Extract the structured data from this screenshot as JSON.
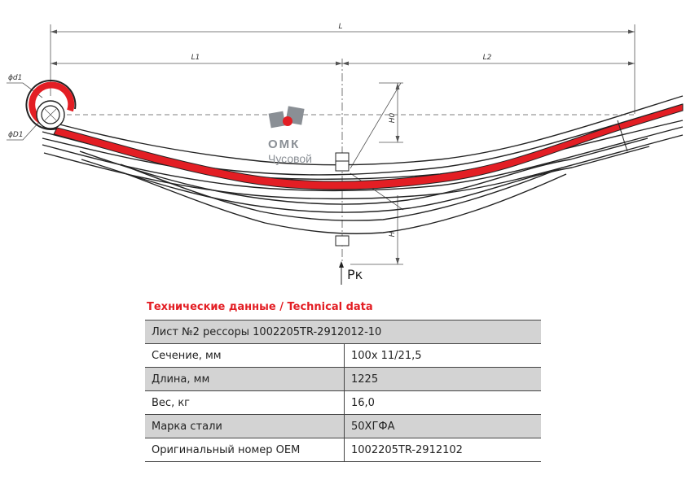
{
  "drawing": {
    "dims": {
      "L": "L",
      "L1": "L1",
      "L2": "L2",
      "H0": "H0",
      "H": "H",
      "d1": "ϕd1",
      "D1": "ϕD1"
    },
    "load_label": "Pк",
    "logo": {
      "name": "ОМК",
      "city": "Чусовой"
    },
    "colors": {
      "accent_leaf": "#e31e24",
      "logo_gray": "#8a8f95"
    }
  },
  "tech": {
    "title": "Технические данные / Technical data",
    "header": "Лист №2 рессоры 1002205TR-2912012-10",
    "rows": [
      {
        "label": "Сечение, мм",
        "value": "100х 11/21,5"
      },
      {
        "label": "Длина, мм",
        "value": "1225"
      },
      {
        "label": "Вес, кг",
        "value": "16,0"
      },
      {
        "label": "Марка стали",
        "value": "50ХГФА"
      },
      {
        "label": "Оригинальный номер OEM",
        "value": "1002205TR-2912102"
      }
    ]
  }
}
